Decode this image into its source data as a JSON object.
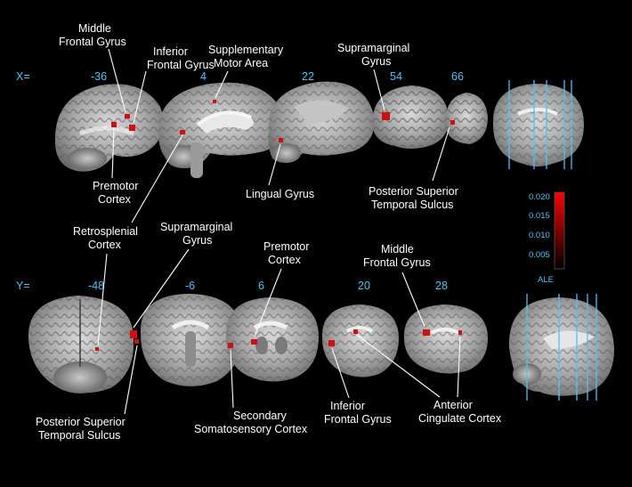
{
  "rows": [
    {
      "axis": "X=",
      "coords": [
        "-36",
        "4",
        "22",
        "54",
        "66"
      ]
    },
    {
      "axis": "Y=",
      "coords": [
        "-48",
        "-6",
        "6",
        "20",
        "28"
      ]
    }
  ],
  "labels": {
    "mfg_top": [
      "Middle",
      "Frontal Gyrus"
    ],
    "ifg_top": [
      "Inferior",
      "Frontal Gyrus"
    ],
    "sma": [
      "Supplementary",
      "Motor Area"
    ],
    "smg_top": [
      "Supramarginal",
      "Gyrus"
    ],
    "premotor_top": [
      "Premotor",
      "Cortex"
    ],
    "lingual": "Lingual Gyrus",
    "pstss_top": [
      "Posterior Superior",
      "Temporal Sulcus"
    ],
    "retrosplenial": [
      "Retrosplenial",
      "Cortex"
    ],
    "smg_bottom": [
      "Supramarginal",
      "Gyrus"
    ],
    "premotor_bottom": [
      "Premotor",
      "Cortex"
    ],
    "mfg_bottom": [
      "Middle",
      "Frontal Gyrus"
    ],
    "pstss_bottom": [
      "Posterior Superior",
      "Temporal Sulcus"
    ],
    "secondary_ss": [
      "Secondary",
      "Somatosensory Cortex"
    ],
    "ifg_bottom": [
      "Inferior",
      "Frontal Gyrus"
    ],
    "acc": [
      "Anterior",
      "Cingulate Cortex"
    ]
  },
  "colorbar": {
    "title": "ALE",
    "ticks": [
      "0.020",
      "0.015",
      "0.010",
      "0.005"
    ],
    "color_high": "#ff0000",
    "color_low": "#000000"
  },
  "colors": {
    "background": "#000000",
    "coordinate_text": "#4fc3f7",
    "activation": "#d01010"
  }
}
